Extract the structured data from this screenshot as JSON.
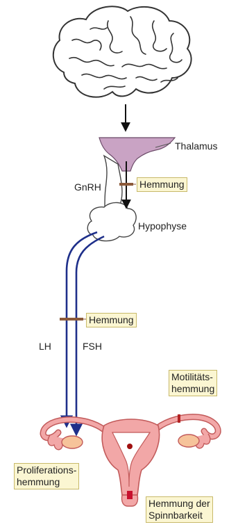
{
  "labels": {
    "thalamus": "Thalamus",
    "gnrh": "GnRH",
    "hypophyse": "Hypophyse",
    "lh": "LH",
    "fsh": "FSH"
  },
  "boxes": {
    "hemmung_top": "Hemmung",
    "hemmung_mid": "Hemmung",
    "motilitaet_1": "Motilitäts-",
    "motilitaet_2": "hemmung",
    "proliferation_1": "Proliferations-",
    "proliferation_2": "hemmung",
    "spinnbarkeit_1": "Hemmung der",
    "spinnbarkeit_2": "Spinnbarkeit"
  },
  "colors": {
    "hypothalamus_fill": "#c9a3c4",
    "hormone_line": "#1e2f8a",
    "reproductive_pink": "#f2a7a7",
    "inhibition_bar": "#8c5a3a",
    "label_box_fill": "#fbf6d2"
  }
}
